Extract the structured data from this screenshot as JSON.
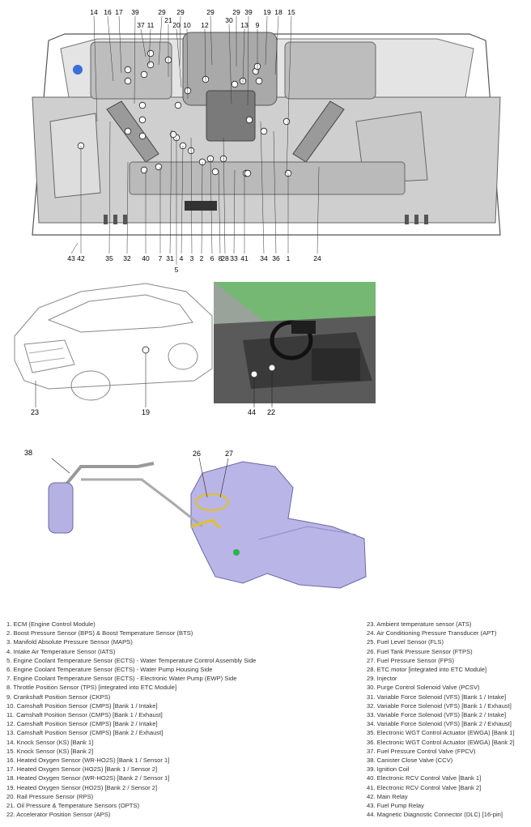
{
  "engine_callouts": {
    "top": [
      "14",
      "16",
      "17",
      "39",
      "37",
      "11",
      "29",
      "21",
      "29",
      "20",
      "10",
      "12",
      "29",
      "30",
      "29",
      "13",
      "39",
      "9",
      "19",
      "18",
      "15"
    ],
    "bottom": [
      "43",
      "42",
      "35",
      "32",
      "40",
      "7",
      "31",
      "4",
      "3",
      "2",
      "6",
      "8",
      "28",
      "33",
      "41",
      "34",
      "36",
      "1",
      "24",
      "5"
    ]
  },
  "engine_markers": [
    "1",
    "2",
    "3",
    "4",
    "5",
    "6",
    "7",
    "8",
    "9",
    "10",
    "11",
    "12",
    "13",
    "14",
    "15",
    "16",
    "17",
    "18",
    "19",
    "20",
    "21",
    "28",
    "29",
    "30",
    "31",
    "32",
    "33",
    "34",
    "35",
    "36",
    "37",
    "39",
    "40",
    "41",
    "42"
  ],
  "vehicle_callouts": {
    "ambient": "23",
    "apt": "19"
  },
  "interior_callouts": {
    "dlc": "44",
    "aps": "22"
  },
  "tank_callouts": {
    "ccv": "38",
    "ftps": "26",
    "etc": "27"
  },
  "legend": {
    "left": [
      "1. ECM (Engine Control Module)",
      "2. Boost Pressure Sensor (BPS) & Boost Temperature Sensor (BTS)",
      "3. Manifold Absolute Pressure Sensor (MAPS)",
      "4. Intake Air Temperature Sensor (IATS)",
      "5. Engine Coolant Temperature Sensor (ECTS) - Water Temperature Control Assembly Side",
      "6. Engine Coolant Temperature Sensor (ECTS) - Water Pump Housing Side",
      "7. Engine Coolant Temperature Sensor (ECTS) - Electronic Water Pump (EWP) Side",
      "8. Throttle Position Sensor (TPS) [integrated into ETC Module]",
      "9. Crankshaft Position Sensor (CKPS)",
      "10. Camshaft Position Sensor (CMPS) [Bank 1 / Intake]",
      "11. Camshaft Position Sensor (CMPS) [Bank 1 / Exhaust]",
      "12. Camshaft Position Sensor (CMPS) [Bank 2 / Intake]",
      "13. Camshaft Position Sensor (CMPS) [Bank 2 / Exhaust]",
      "14. Knock Sensor (KS) [Bank 1]",
      "15. Knock Sensor (KS) [Bank 2]",
      "16. Heated Oxygen Sensor (WR-HO2S) [Bank 1 / Sensor 1]",
      "17. Heated Oxygen Sensor (HO2S) [Bank 1 / Sensor 2]",
      "18. Heated Oxygen Sensor (WR-HO2S) [Bank 2 / Sensor 1]",
      "19. Heated Oxygen Sensor (HO2S) [Bank 2 / Sensor 2]",
      "20. Rail Pressure Sensor (RPS)",
      "21. Oil Pressure & Temperature Sensors (OPTS)",
      "22. Accelerator Position Sensor (APS)"
    ],
    "right": [
      "23. Ambient temperature sensor (ATS)",
      "24. Air Conditioning Pressure Transducer (APT)",
      "25. Fuel Level Sensor (FLS)",
      "26. Fuel Tank Pressure Sensor (FTPS)",
      "27. Fuel Pressure Sensor (FPS)",
      "28. ETC motor [integrated into ETC Module]",
      "29. Injector",
      "30. Purge Control Solenoid Valve (PCSV)",
      "31. Variable Force Solenoid (VFS) [Bank 1 / Intake]",
      "32. Variable Force Solenoid (VFS) [Bank 1 / Exhaust]",
      "33. Variable Force Solenoid (VFS) [Bank 2 / Intake]",
      "34. Variable Force Solenoid (VFS) [Bank 2 / Exhaust]",
      "35. Electronic WGT Control Actuator (EWGA) [Bank 1]",
      "36. Electronic WGT Control Actuator (EWGA) [Bank 2]",
      "37. Fuel Pressure Control Valve (FPCV)",
      "38. Canister Close Valve (CCV)",
      "39. Ignition Coil",
      "40. Electronic RCV Control Valve [Bank 1]",
      "41. Electronic RCV Control Valve [Bank 2]",
      "42. Main Relay",
      "43. Fuel Pump Relay",
      "44. Magnetic Diagnostic Connector (DLC) [16-pin]"
    ]
  }
}
